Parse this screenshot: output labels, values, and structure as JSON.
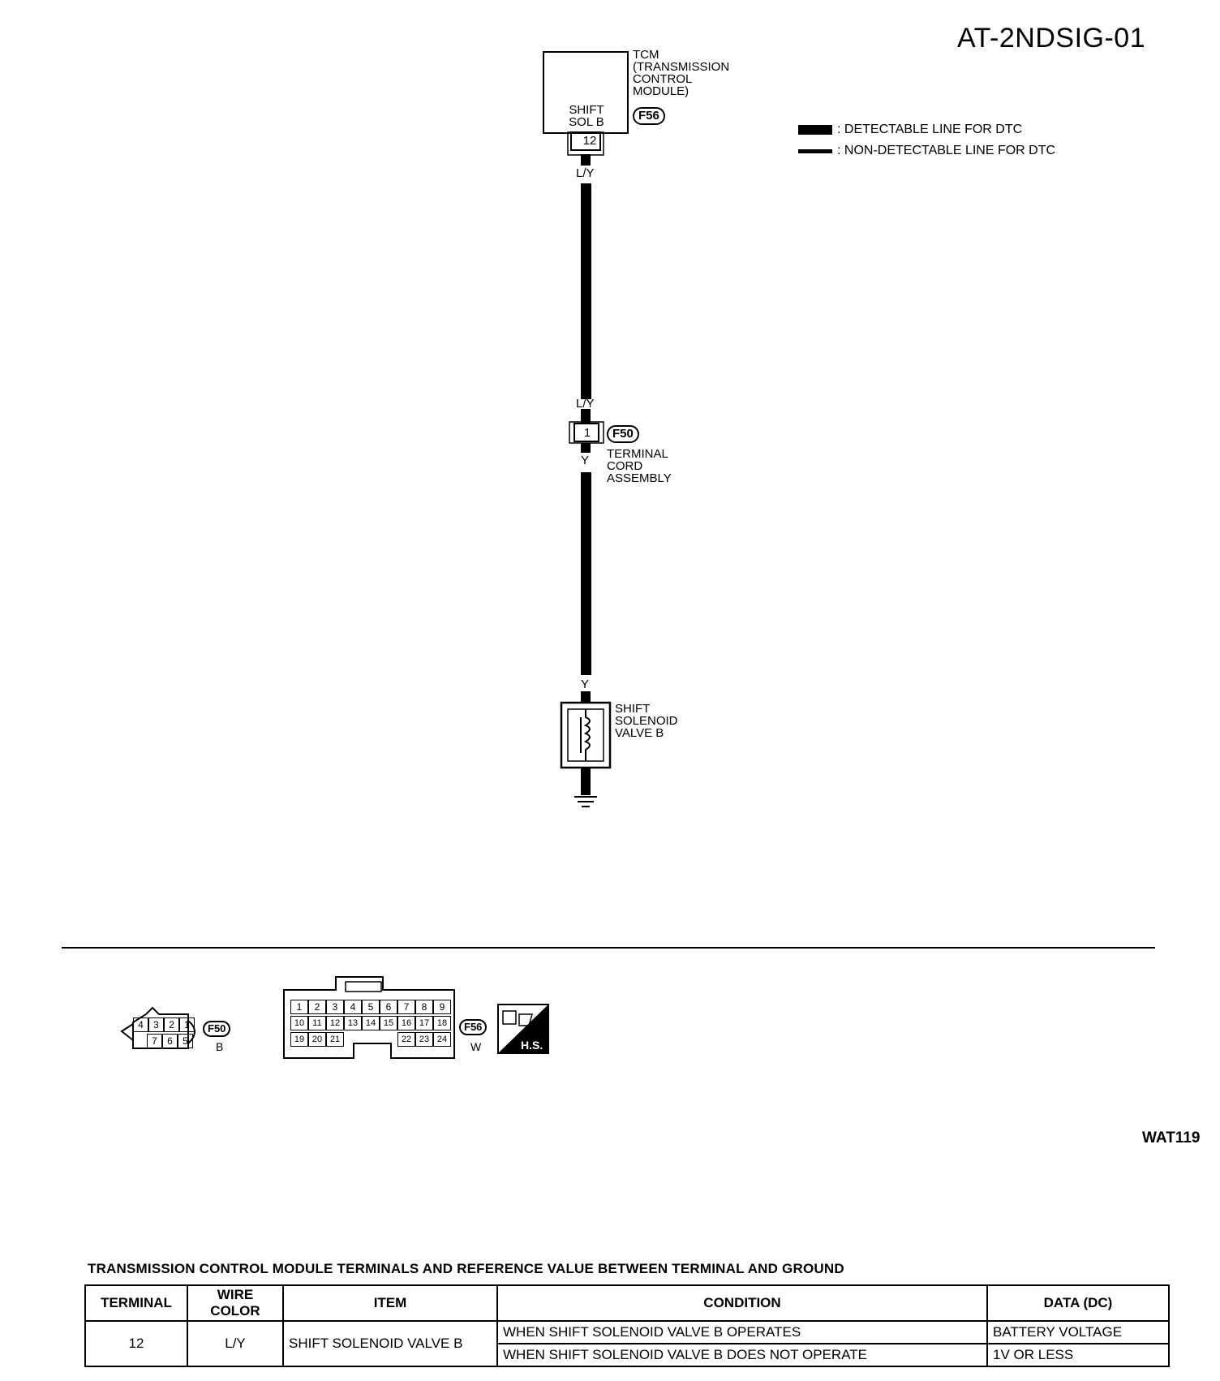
{
  "diagram_id": "AT-2NDSIG-01",
  "figure_code": "WAT119",
  "tcm": {
    "label": "TCM\n(TRANSMISSION\nCONTROL\nMODULE)",
    "pin_name": "SHIFT\nSOL B",
    "terminal": "12",
    "connector": "F56"
  },
  "legend": {
    "detectable": ": DETECTABLE LINE FOR DTC",
    "non_detectable": ": NON-DETECTABLE LINE FOR DTC"
  },
  "wires": {
    "upper_top": "L/Y",
    "upper_bottom": "L/Y",
    "lower_top": "Y",
    "lower_bottom": "Y"
  },
  "terminal_cord": {
    "terminal": "1",
    "connector": "F50",
    "label": "TERMINAL\nCORD\nASSEMBLY"
  },
  "solenoid": {
    "label": "SHIFT\nSOLENOID\nVALVE B"
  },
  "connectors": {
    "f50": {
      "id": "F50",
      "color": "B",
      "top_pins": [
        "4",
        "3",
        "2",
        "1"
      ],
      "bottom_pins": [
        "7",
        "6",
        "5"
      ]
    },
    "f56": {
      "id": "F56",
      "color": "W",
      "row1": [
        "1",
        "2",
        "3",
        "4",
        "5",
        "6",
        "7",
        "8",
        "9"
      ],
      "row2": [
        "10",
        "11",
        "12",
        "13",
        "14",
        "15",
        "16",
        "17",
        "18"
      ],
      "row3_left": [
        "19",
        "20",
        "21"
      ],
      "row3_right": [
        "22",
        "23",
        "24"
      ]
    },
    "hs_badge": "H.S."
  },
  "table": {
    "title": "TRANSMISSION CONTROL MODULE TERMINALS AND REFERENCE VALUE BETWEEN TERMINAL AND GROUND",
    "headers": {
      "terminal": "TERMINAL",
      "wire_color": "WIRE COLOR",
      "item": "ITEM",
      "condition": "CONDITION",
      "data": "DATA (DC)"
    },
    "row": {
      "terminal": "12",
      "wire_color": "L/Y",
      "item": "SHIFT SOLENOID VALVE B",
      "conditions": [
        {
          "condition": "WHEN SHIFT SOLENOID VALVE B OPERATES",
          "data": "BATTERY VOLTAGE"
        },
        {
          "condition": "WHEN SHIFT SOLENOID VALVE B DOES NOT OPERATE",
          "data": "1V OR LESS"
        }
      ]
    }
  }
}
